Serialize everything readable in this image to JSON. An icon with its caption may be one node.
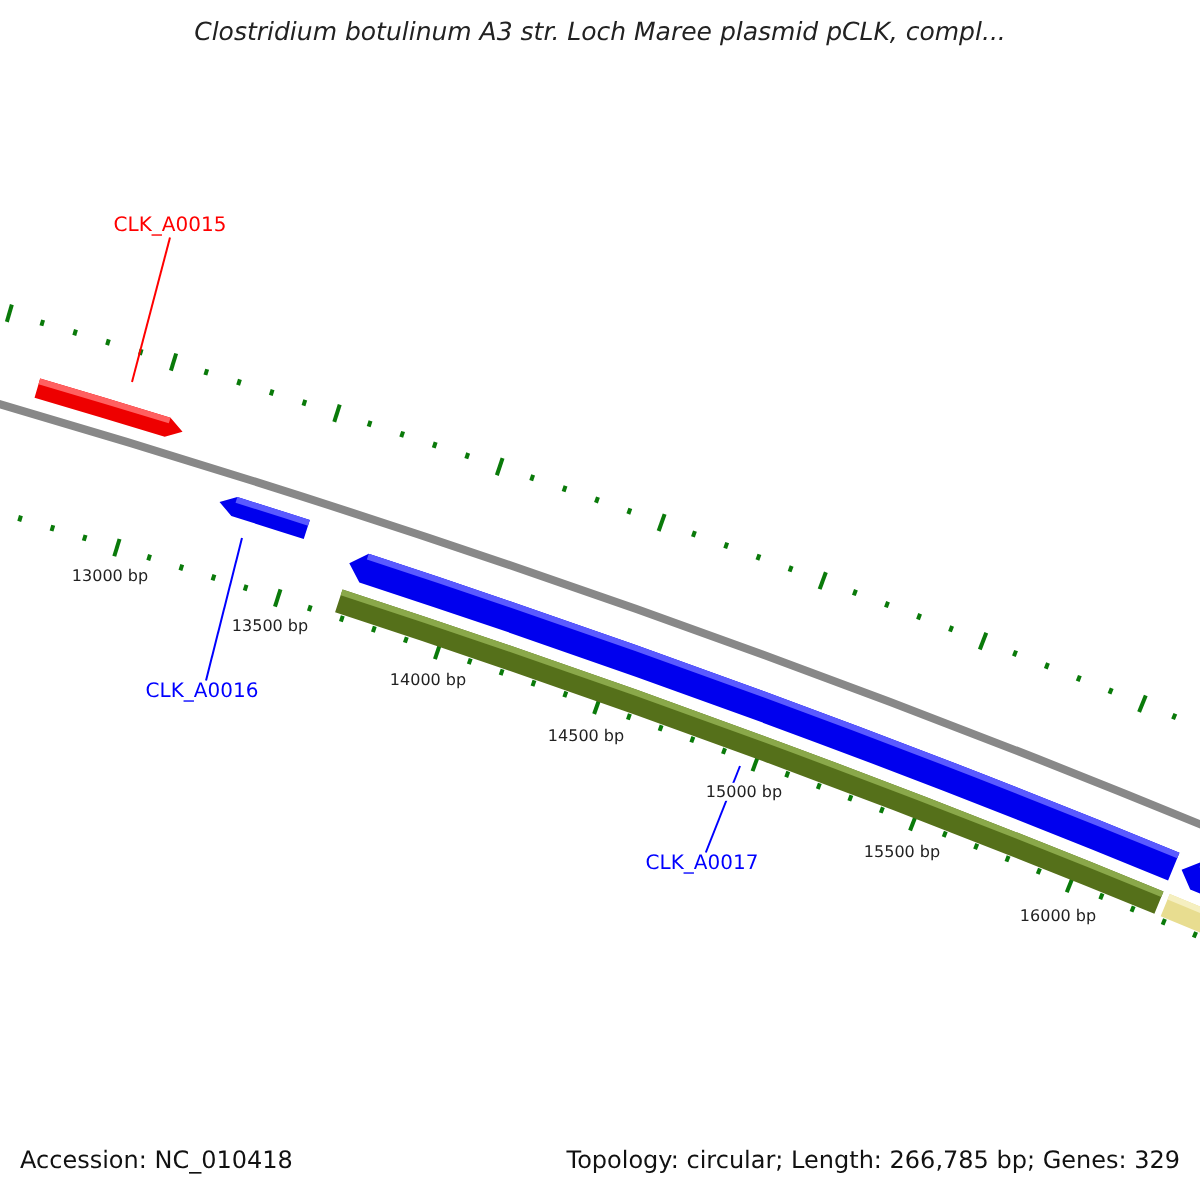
{
  "diagram": {
    "title": "Clostridium botulinum A3 str. Loch Maree plasmid pCLK, compl...",
    "nodes": [
      {
        "text": [
          "CLK_A0015"
        ]
      },
      {
        "text": [],
        "shape": "bar"
      },
      {
        "text": [
          "CLK_A0016"
        ]
      },
      {
        "text": [],
        "shape": "bar"
      },
      {
        "text": [
          "CLK_A0017"
        ]
      },
      {
        "text": [],
        "shape": "bar"
      }
    ],
    "edges": [
      {
        "from": 0,
        "to": 1,
        "arrow": "none",
        "color": "#ff0000"
      },
      {
        "from": 2,
        "to": 3,
        "arrow": "none",
        "color": "#0000ff"
      },
      {
        "from": 4,
        "to": 5,
        "arrow": "none",
        "color": "#0000ff"
      }
    ],
    "labels": [
      "13000 bp",
      "13500 bp",
      "14000 bp",
      "14500 bp",
      "15000 bp",
      "15500 bp",
      "16000 bp",
      "Accession: NC_010418",
      "Topology: circular; Length: 266,785 bp; Genes: 329"
    ]
  }
}
